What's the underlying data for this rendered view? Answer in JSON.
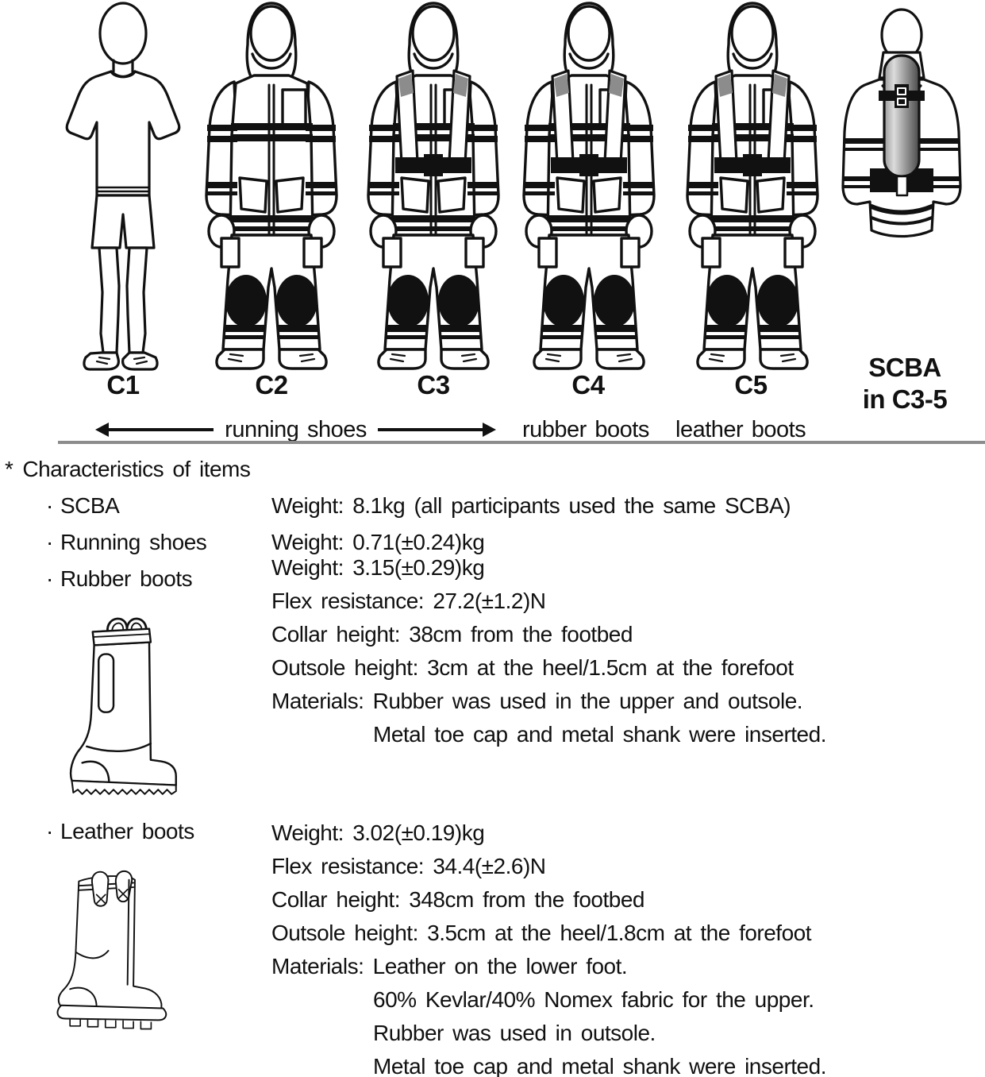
{
  "colors": {
    "ink": "#111111",
    "reflective_gray": "#8c8c8c",
    "rule_gray": "#8c8c8c"
  },
  "figure_panel": {
    "conditions": [
      {
        "label": "C1"
      },
      {
        "label": "C2"
      },
      {
        "label": "C3"
      },
      {
        "label": "C4"
      },
      {
        "label": "C5"
      }
    ],
    "scba_caption_line1": "SCBA",
    "scba_caption_line2": "in C3-5",
    "running_shoes_label": "running shoes",
    "rubber_boots_label": "rubber boots",
    "leather_boots_label": "leather boots"
  },
  "characteristics": {
    "marker": "*",
    "heading": "Characteristics of items",
    "bullet": "·",
    "items": [
      {
        "name": "SCBA",
        "lines": [
          "Weight: 8.1kg (all participants used the same SCBA)"
        ]
      },
      {
        "name": "Running shoes",
        "lines": [
          "Weight: 0.71(±0.24)kg"
        ]
      },
      {
        "name": "Rubber boots",
        "lines": [
          "Weight: 3.15(±0.29)kg",
          "Flex resistance: 27.2(±1.2)N",
          "Collar height: 38cm from the footbed",
          "Outsole height: 3cm at the heel/1.5cm at the forefoot",
          "Materials: Rubber was used in the upper and outsole.",
          "Metal toe cap and metal shank were inserted."
        ]
      },
      {
        "name": "Leather boots",
        "lines": [
          "Weight: 3.02(±0.19)kg",
          "Flex resistance: 34.4(±2.6)N",
          "Collar height: 348cm from the footbed",
          "Outsole height: 3.5cm at the heel/1.8cm at the forefoot",
          "Materials: Leather on the lower foot.",
          "60% Kevlar/40% Nomex fabric for the upper.",
          "Rubber was used in outsole.",
          "Metal toe cap and metal shank were inserted."
        ]
      }
    ]
  }
}
